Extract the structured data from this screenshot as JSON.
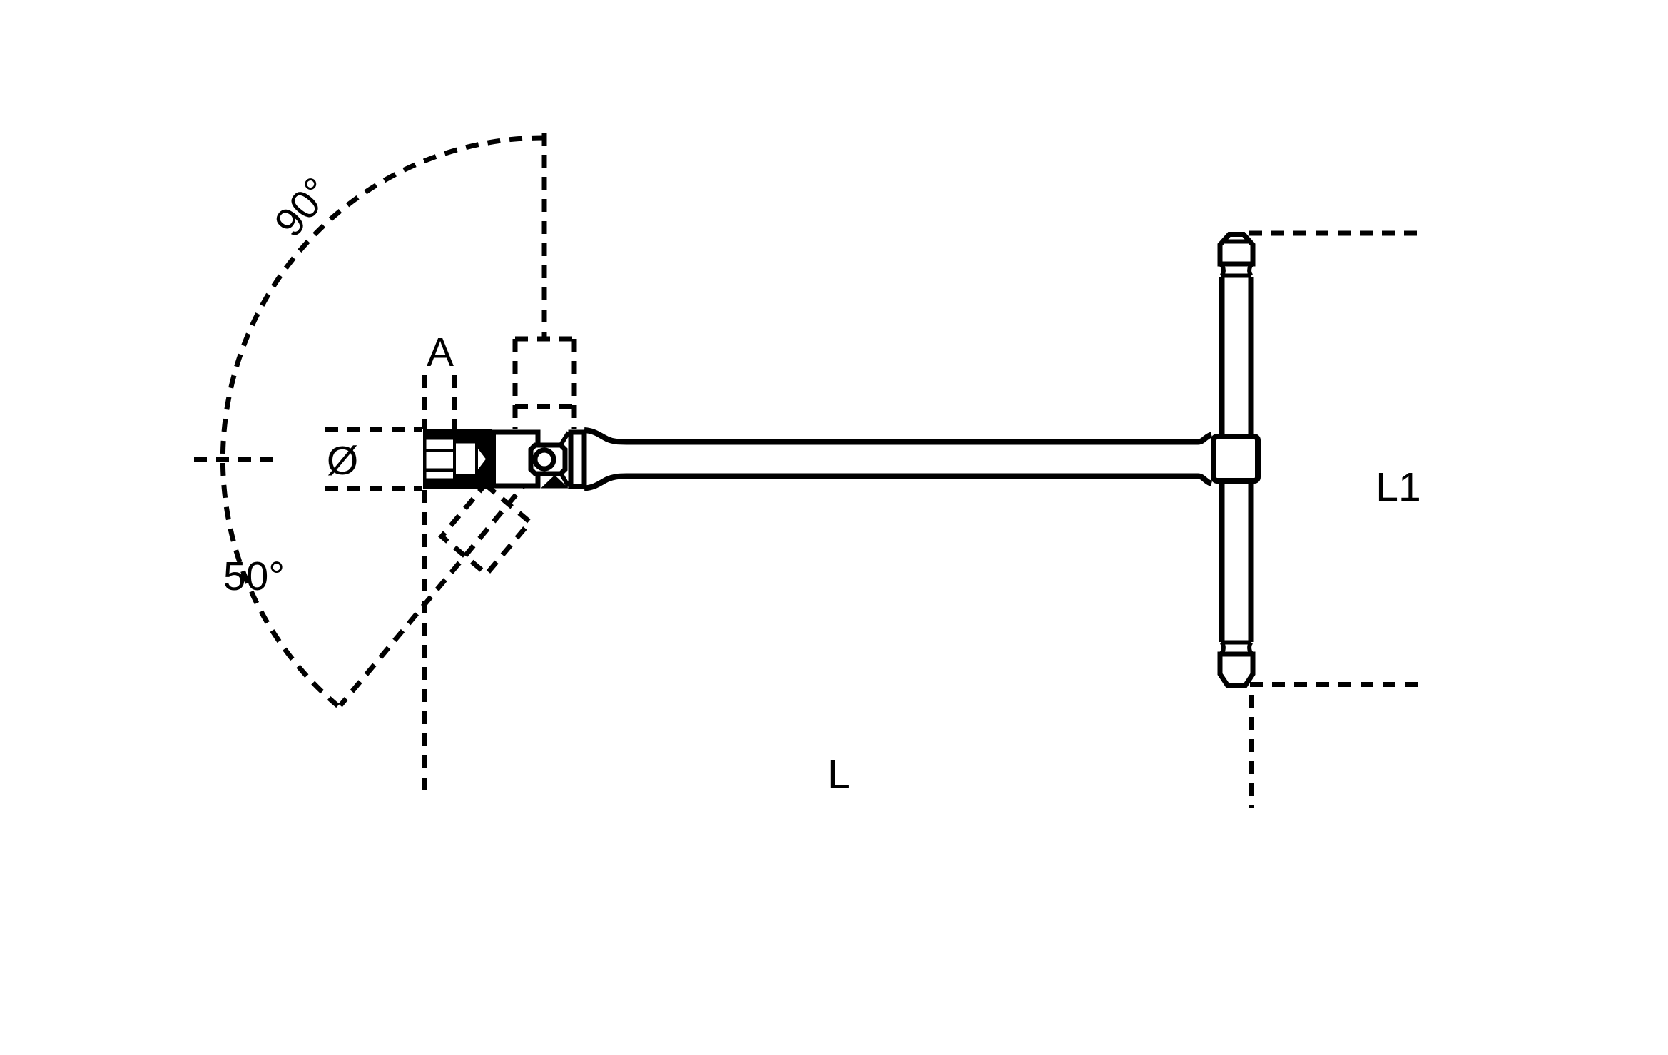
{
  "drawing": {
    "background_color": "#ffffff",
    "line_color": "#000000",
    "labels": {
      "angle_upper": "90°",
      "angle_lower": "50°",
      "dim_socket": "A",
      "dim_diameter": "Ø",
      "dim_length_total": "L",
      "dim_length_handle": "L1"
    }
  }
}
